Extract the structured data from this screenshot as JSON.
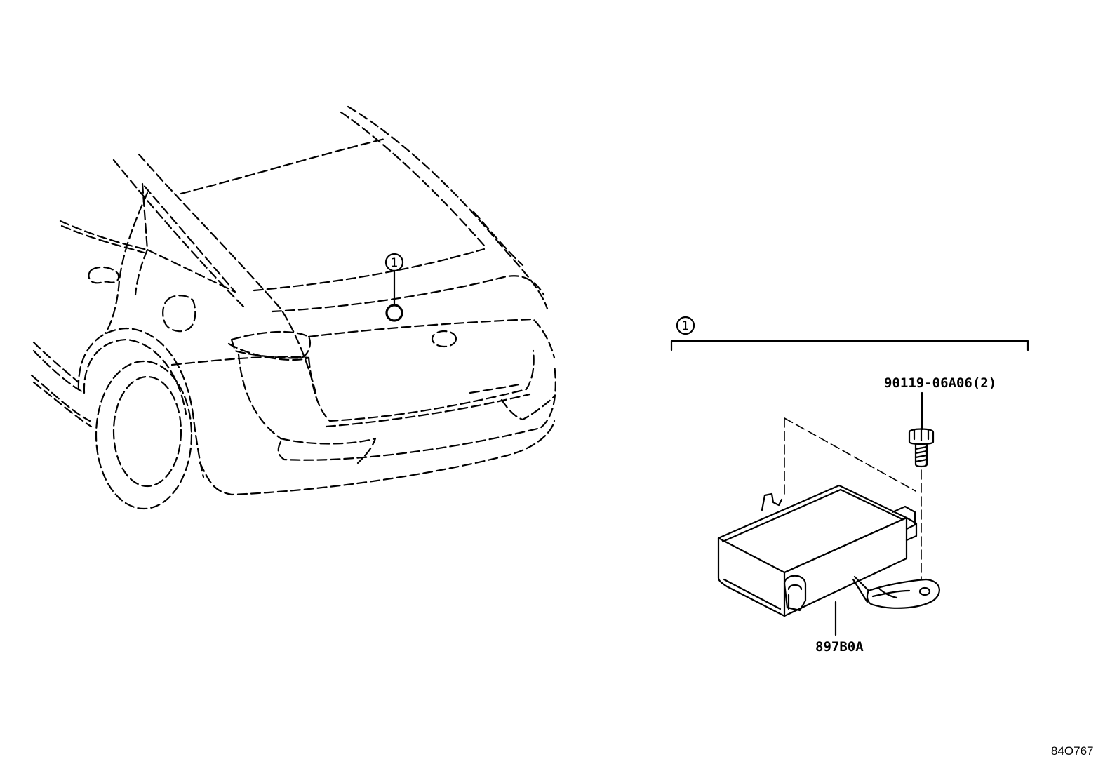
{
  "callouts": {
    "car_marker_number": "1",
    "group_number": "1"
  },
  "parts": {
    "bolt_part_number": "90119-06A06(2)",
    "module_part_number": "897B0A"
  },
  "drawing_reference": "84O767"
}
